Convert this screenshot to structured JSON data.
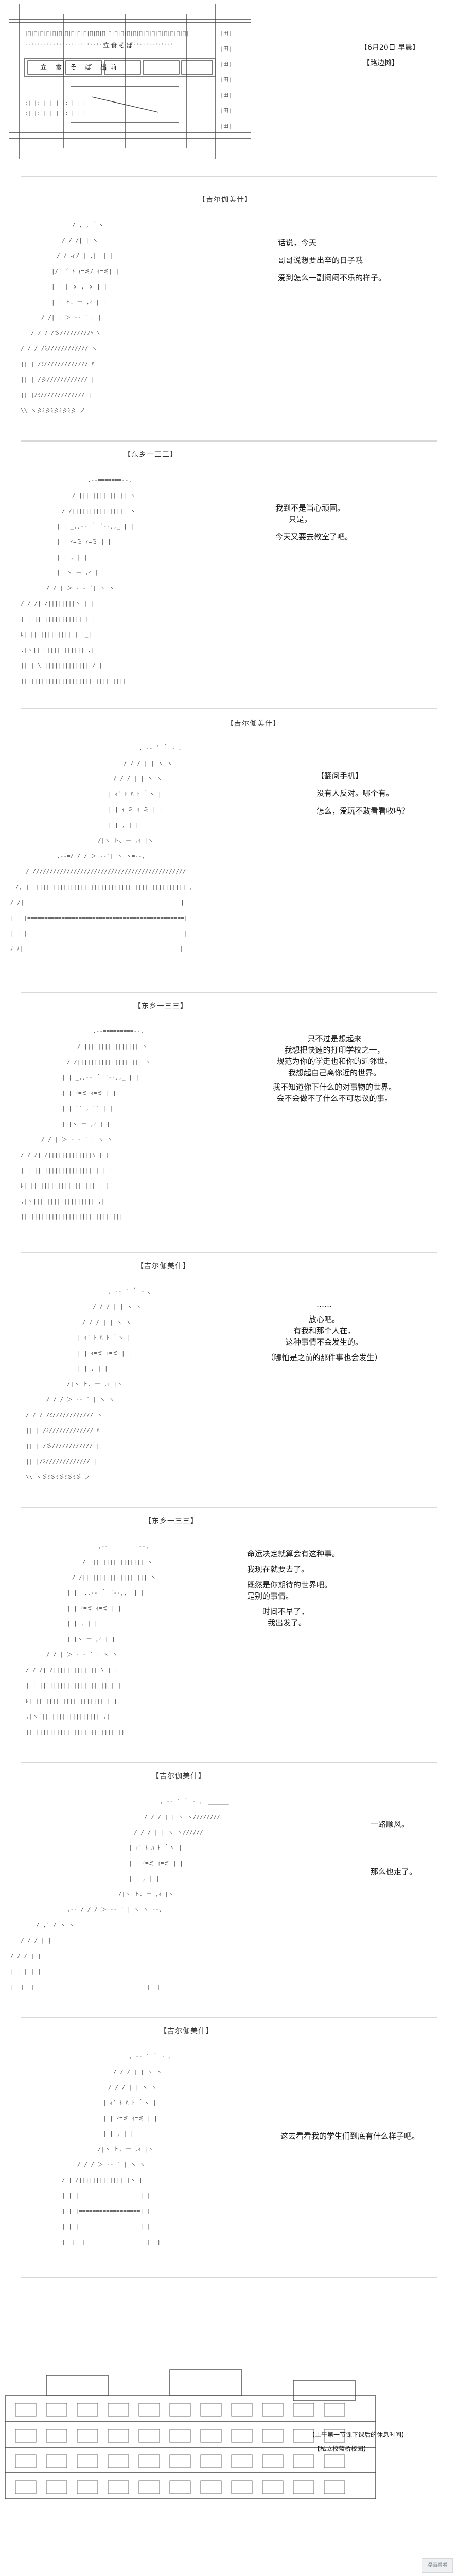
{
  "panels": [
    {
      "captions": [
        "【6月20日 早晨】",
        "【路边摊】"
      ],
      "shop_sign": "立 食 そ ば 出前",
      "shop_name": "立食そば"
    },
    {
      "name": "【吉尔伽美什】",
      "lines": [
        "话说，今天",
        "哥哥说想要出辛的日子哦",
        "爱到怎么一副闷闷不乐的样子。"
      ]
    },
    {
      "name": "【东乡一三三】",
      "lines": [
        "我到不是当心顽固。",
        "只是，",
        "今天又要去教室了吧。"
      ]
    },
    {
      "name": "【吉尔伽美什】",
      "lines": [
        "【翻阅手机】",
        "没有人反对。哪个有。",
        "怎么，爱玩不敢看看收吗？"
      ]
    },
    {
      "name": "【东乡一三三】",
      "lines": [
        "只不过是想起来",
        "我想把快速的打印学校之一，",
        "规范为你的学走也和你的近邻世。",
        "我想起自己离你近的世界。",
        "我不知道你下什么的对事物的世界。",
        "会不会做不了什么不可思议的事。"
      ]
    },
    {
      "name": "【吉尔伽美什】",
      "lines": [
        "……",
        "放心吧。",
        "有我和那个人在，",
        "这种事情不会发生的。",
        "（哪怕是之前的那件事也会发生）"
      ]
    },
    {
      "name": "【东乡一三三】",
      "lines": [
        "命运决定就算会有这种事。",
        "我现在就要去了。",
        "既然是你期待的世界吧。",
        "是别的事情。",
        "时间不早了，",
        "我出发了。"
      ]
    },
    {
      "name": "【吉尔伽美什】",
      "lines": [
        "一路顺风。",
        "那么也走了。"
      ]
    },
    {
      "name": "【吉尔伽美什】",
      "lines": [
        "这去看看我的学生们到底有什么样子吧。"
      ]
    },
    {
      "captions": [
        "【上午第一节课下课后的休息时间】",
        "【私立校蓝桥校园】"
      ]
    }
  ],
  "watermark": "漫画看看"
}
